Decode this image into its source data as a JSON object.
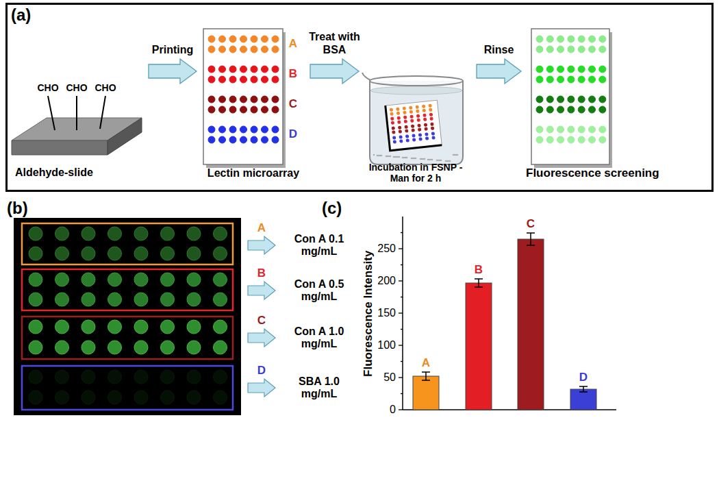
{
  "diagram": {
    "nodes": [
      {
        "text": [
          "(a)"
        ]
      },
      {
        "text": [
          "Aldehyde-slide"
        ],
        "in": 0
      },
      {
        "text": [
          "A",
          "B",
          "C",
          "D",
          "Lectin microarray"
        ],
        "in": 0
      },
      {
        "text": [
          "Incubation in FSNP - Man for 2 h"
        ],
        "in": 0
      },
      {
        "text": [
          "Fluorescence screening"
        ],
        "in": 0
      }
    ],
    "edges": [
      {
        "from": 1,
        "to": 2,
        "arrow": "to",
        "label": "Printing"
      },
      {
        "from": 2,
        "to": 3,
        "arrow": "to",
        "label": "Treat with BSA"
      },
      {
        "from": 3,
        "to": 4,
        "arrow": "to",
        "label": "Rinse"
      }
    ],
    "labels": [
      "CHO",
      "CHO",
      "CHO",
      "(b)",
      "A",
      "Con A 0.1 mg/mL",
      "B",
      "Con A 0.5 mg/mL",
      "C",
      "Con A 1.0 mg/mL",
      "D",
      "SBA 1.0 mg/mL",
      "(c)",
      "Fluorescence Intensity",
      "0",
      "50",
      "100",
      "150",
      "200",
      "250",
      "A",
      "B",
      "C",
      "D"
    ]
  }
}
